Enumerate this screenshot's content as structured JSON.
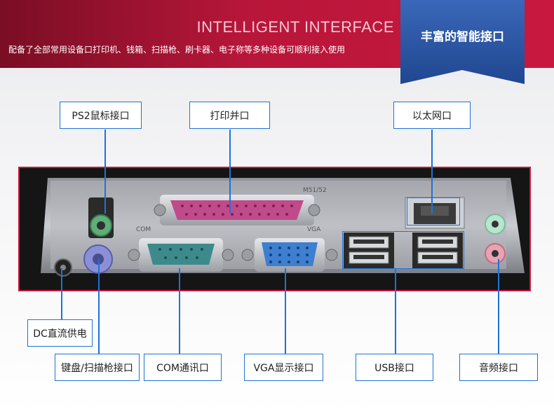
{
  "banner": {
    "title": "INTELLIGENT INTERFACE",
    "subtitle": "配备了全部常用设备口打印机、钱箱、扫描枪、刷卡器、电子称等多种设备可顺利接入使用",
    "ribbon_text": "丰富的智能接口"
  },
  "panel": {
    "model_label": "M51/52",
    "com_label": "COM",
    "vga_label": "VGA"
  },
  "callouts": {
    "ps2_mouse": "PS2鼠标接口",
    "parallel_printer": "打印并口",
    "ethernet": "以太网口",
    "dc_power": "DC直流供电",
    "keyboard_scanner": "键盘/扫描枪接口",
    "com": "COM通讯口",
    "vga": "VGA显示接口",
    "usb": "USB接口",
    "audio": "音频接口"
  },
  "colors": {
    "banner_red": "#c8183f",
    "ribbon_blue": "#2b57a8",
    "callout_border": "#1e73d8"
  }
}
